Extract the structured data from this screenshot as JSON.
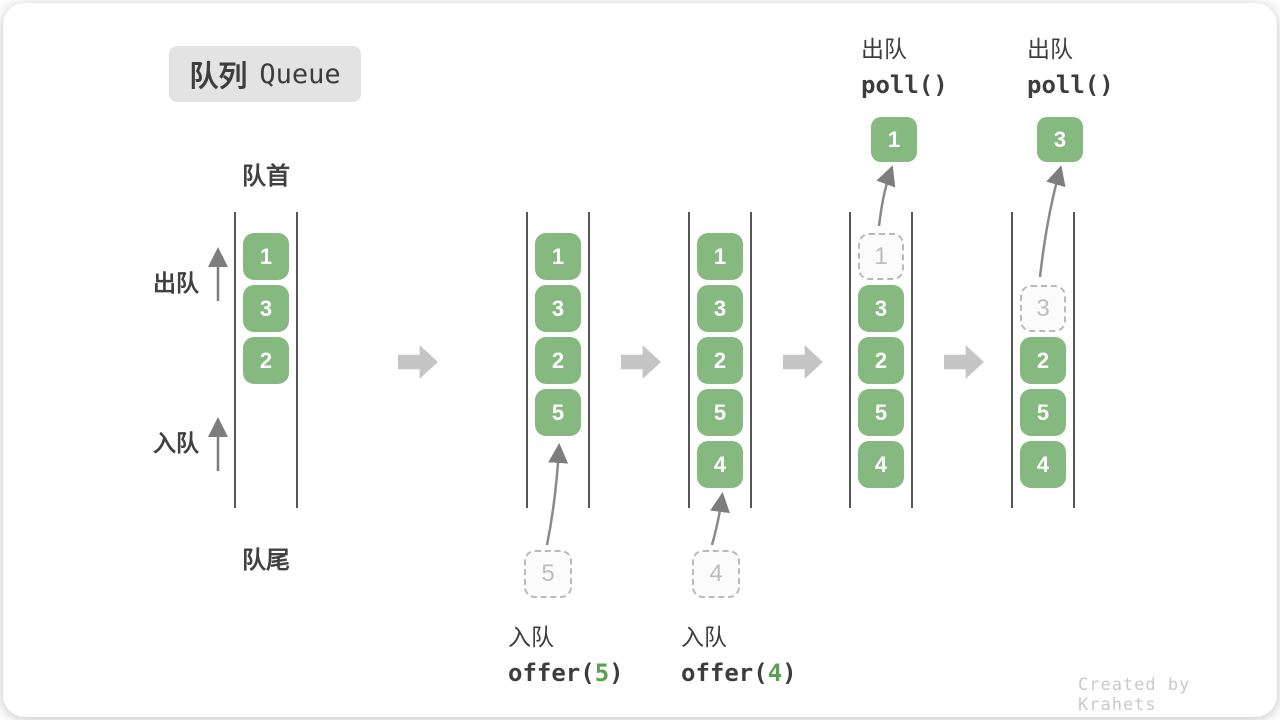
{
  "title": {
    "zh": "队列",
    "en": "Queue"
  },
  "position_labels": {
    "front": "队首",
    "rear": "队尾"
  },
  "side_labels": {
    "dequeue": "出队",
    "enqueue": "入队"
  },
  "states": [
    {
      "cells": [
        "1",
        "3",
        "2"
      ]
    },
    {
      "cells": [
        "1",
        "3",
        "2",
        "5"
      ],
      "incoming": "5"
    },
    {
      "cells": [
        "1",
        "3",
        "2",
        "5",
        "4"
      ],
      "incoming": "4"
    },
    {
      "removed": "1",
      "cells": [
        "3",
        "2",
        "5",
        "4"
      ],
      "out": "1"
    },
    {
      "removed": "3",
      "cells": [
        "2",
        "5",
        "4"
      ],
      "out": "3"
    }
  ],
  "operations": {
    "enqueue": [
      {
        "label": "入队",
        "code_before": "offer(",
        "arg": "5",
        "code_after": ")"
      },
      {
        "label": "入队",
        "code_before": "offer(",
        "arg": "4",
        "code_after": ")"
      }
    ],
    "dequeue": [
      {
        "label": "出队",
        "code": "poll()"
      },
      {
        "label": "出队",
        "code": "poll()"
      }
    ]
  },
  "watermark": "Created by Krahets",
  "colors": {
    "cell_green": "#86b97f",
    "arg_green": "#5aa050",
    "block_arrow_gray": "#c5c5c5",
    "wall_gray": "#565656",
    "ghost_gray": "#b9b9b9",
    "badge_bg": "#e3e3e3"
  }
}
